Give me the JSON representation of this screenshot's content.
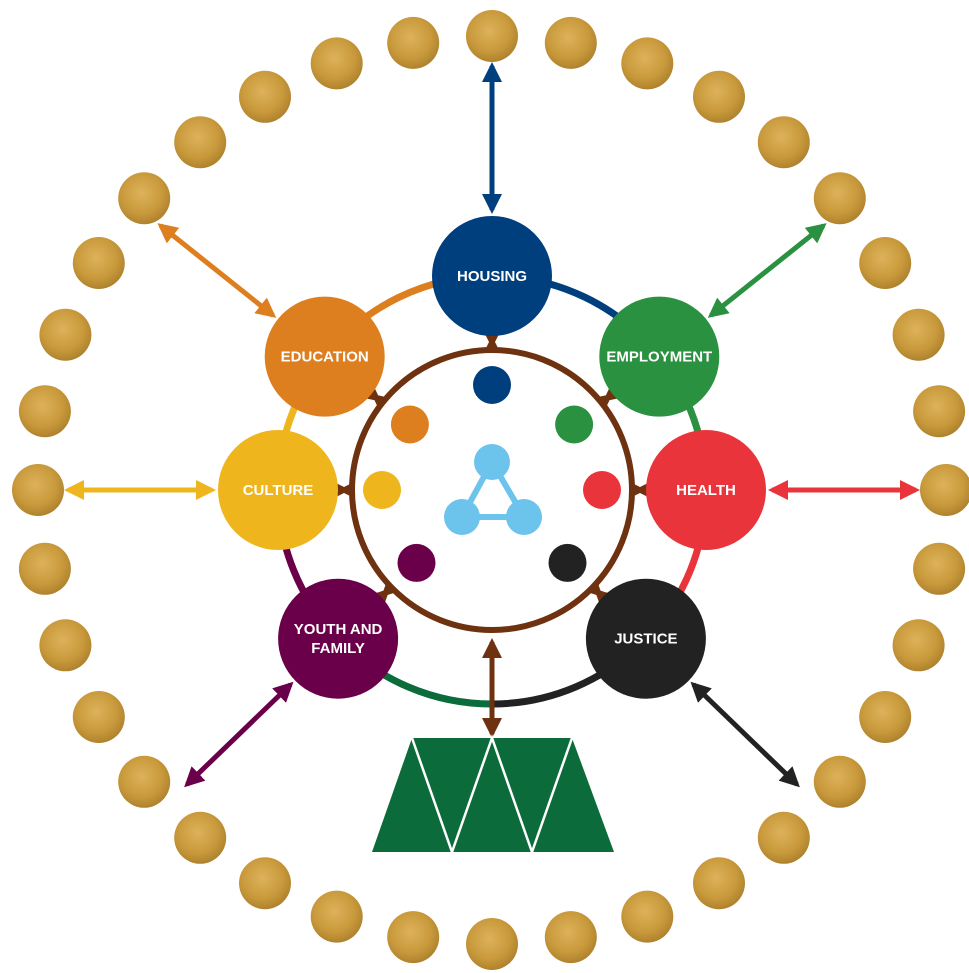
{
  "colors": {
    "gold": "#c99a3c",
    "gold_light": "#ddb25a",
    "gold_dark": "#a97c2a",
    "brown": "#6e3210",
    "hub_icon": "#6cc3ec",
    "tent": "#0b6b3a",
    "tent_lines": "#ffffff"
  },
  "domains": [
    {
      "id": "housing",
      "lines": [
        "HOUSING"
      ],
      "color": "#003f7d"
    },
    {
      "id": "employment",
      "lines": [
        "EMPLOYMENT"
      ],
      "color": "#2a9140"
    },
    {
      "id": "health",
      "lines": [
        "HEALTH"
      ],
      "color": "#e8343a"
    },
    {
      "id": "justice",
      "lines": [
        "JUSTICE"
      ],
      "color": "#222222"
    },
    {
      "id": "youth-and-family",
      "lines": [
        "YOUTH AND",
        "FAMILY"
      ],
      "color": "#6a0049"
    },
    {
      "id": "culture",
      "lines": [
        "CULTURE"
      ],
      "color": "#eeb51c"
    },
    {
      "id": "education",
      "lines": [
        "EDUCATION"
      ],
      "color": "#dd7f1e"
    }
  ],
  "ring_arcs": [
    {
      "from": "housing",
      "to": "employment",
      "color": "#003f7d"
    },
    {
      "from": "employment",
      "to": "health",
      "color": "#2a9140"
    },
    {
      "from": "health",
      "to": "justice",
      "color": "#e8343a"
    },
    {
      "from": "justice",
      "to": "tent",
      "color": "#222222"
    },
    {
      "from": "tent",
      "to": "youth-and-family",
      "color": "#0b6b3a"
    },
    {
      "from": "youth-and-family",
      "to": "culture",
      "color": "#6a0049"
    },
    {
      "from": "culture",
      "to": "education",
      "color": "#eeb51c"
    },
    {
      "from": "education",
      "to": "housing",
      "color": "#dd7f1e"
    }
  ],
  "hub_dots": [
    "#003f7d",
    "#2a9140",
    "#e8343a",
    "#222222",
    "#6a0049",
    "#eeb51c",
    "#dd7f1e"
  ]
}
